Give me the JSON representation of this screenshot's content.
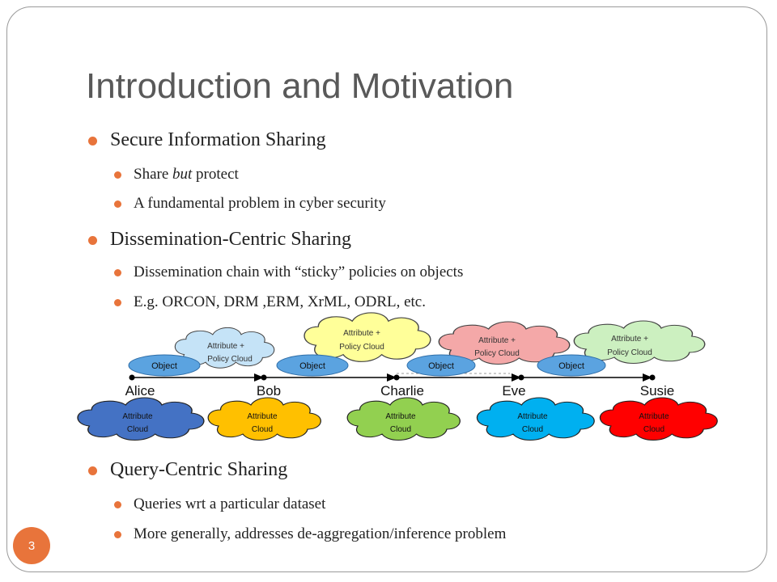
{
  "slide": {
    "title": "Introduction and Motivation",
    "page_number": "3",
    "accent_color": "#e8743b",
    "sections": [
      {
        "heading": "Secure Information Sharing",
        "items": [
          {
            "prefix": "Share ",
            "emphasis": "but",
            "suffix": " protect"
          },
          {
            "text": "A fundamental problem in cyber security"
          }
        ]
      },
      {
        "heading": "Dissemination-Centric Sharing",
        "items": [
          {
            "text": "Dissemination chain with “sticky” policies on objects"
          },
          {
            "text": "E.g. ORCON, DRM ,ERM, XrML, ODRL, etc."
          }
        ]
      },
      {
        "heading": "Query-Centric Sharing",
        "items": [
          {
            "text": "Queries wrt a particular dataset"
          },
          {
            "text": "More generally, addresses de-aggregation/inference problem"
          }
        ]
      }
    ]
  },
  "diagram": {
    "people": [
      "Alice",
      "Bob",
      "Charlie",
      "Eve",
      "Susie"
    ],
    "object_label": "Object",
    "attribute_cloud_line1": "Attribute",
    "attribute_cloud_line2": "Cloud",
    "policy_cloud_line1": "Attribute +",
    "policy_cloud_line2": "Policy Cloud",
    "attribute_cloud_colors": [
      "#4472c4",
      "#ffc000",
      "#92d050",
      "#00b0f0",
      "#ff0000"
    ],
    "policy_cloud_colors": [
      "#c5e3f7",
      "#ffff99",
      "#f4a8a8",
      "#ccf0c0"
    ]
  }
}
